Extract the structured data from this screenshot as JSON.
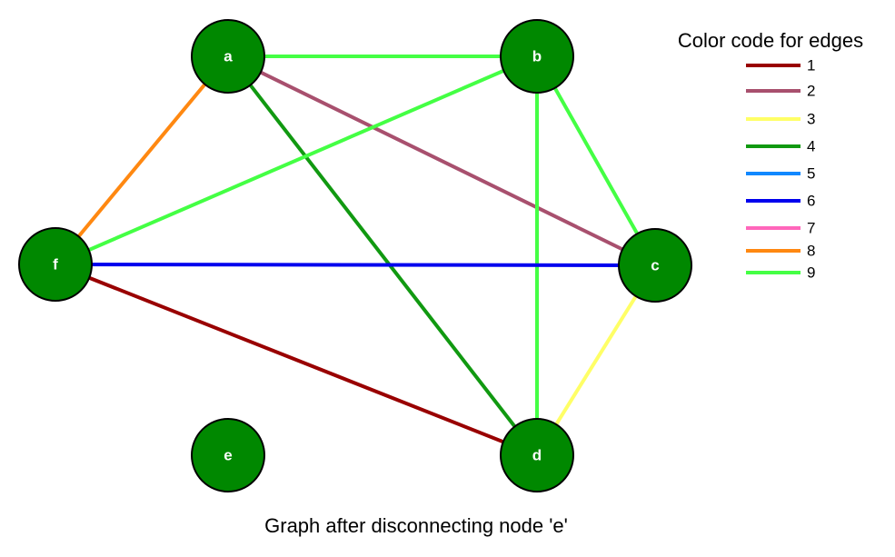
{
  "caption": "Graph after disconnecting node 'e'",
  "legend": {
    "title": "Color code for edges",
    "entries": [
      {
        "code": "1",
        "color": "#990000"
      },
      {
        "code": "2",
        "color": "#a8506e"
      },
      {
        "code": "3",
        "color": "#ffff66"
      },
      {
        "code": "4",
        "color": "#119911"
      },
      {
        "code": "5",
        "color": "#1188ff"
      },
      {
        "code": "6",
        "color": "#0000ee"
      },
      {
        "code": "7",
        "color": "#ff66bb"
      },
      {
        "code": "8",
        "color": "#ff8811"
      },
      {
        "code": "9",
        "color": "#44ff44"
      }
    ]
  },
  "node_style": {
    "fill": "#008800",
    "label_color": "#ffffff",
    "stroke": "#000000"
  },
  "nodes": [
    {
      "id": "a",
      "label": "a"
    },
    {
      "id": "b",
      "label": "b"
    },
    {
      "id": "c",
      "label": "c"
    },
    {
      "id": "d",
      "label": "d"
    },
    {
      "id": "e",
      "label": "e"
    },
    {
      "id": "f",
      "label": "f"
    }
  ],
  "edges": [
    {
      "source": "a",
      "target": "b",
      "code": "9"
    },
    {
      "source": "a",
      "target": "c",
      "code": "2"
    },
    {
      "source": "a",
      "target": "d",
      "code": "4"
    },
    {
      "source": "a",
      "target": "f",
      "code": "8"
    },
    {
      "source": "b",
      "target": "c",
      "code": "9"
    },
    {
      "source": "b",
      "target": "d",
      "code": "9"
    },
    {
      "source": "b",
      "target": "f",
      "code": "9"
    },
    {
      "source": "c",
      "target": "d",
      "code": "3"
    },
    {
      "source": "c",
      "target": "f",
      "code": "6"
    },
    {
      "source": "d",
      "target": "f",
      "code": "1"
    }
  ]
}
